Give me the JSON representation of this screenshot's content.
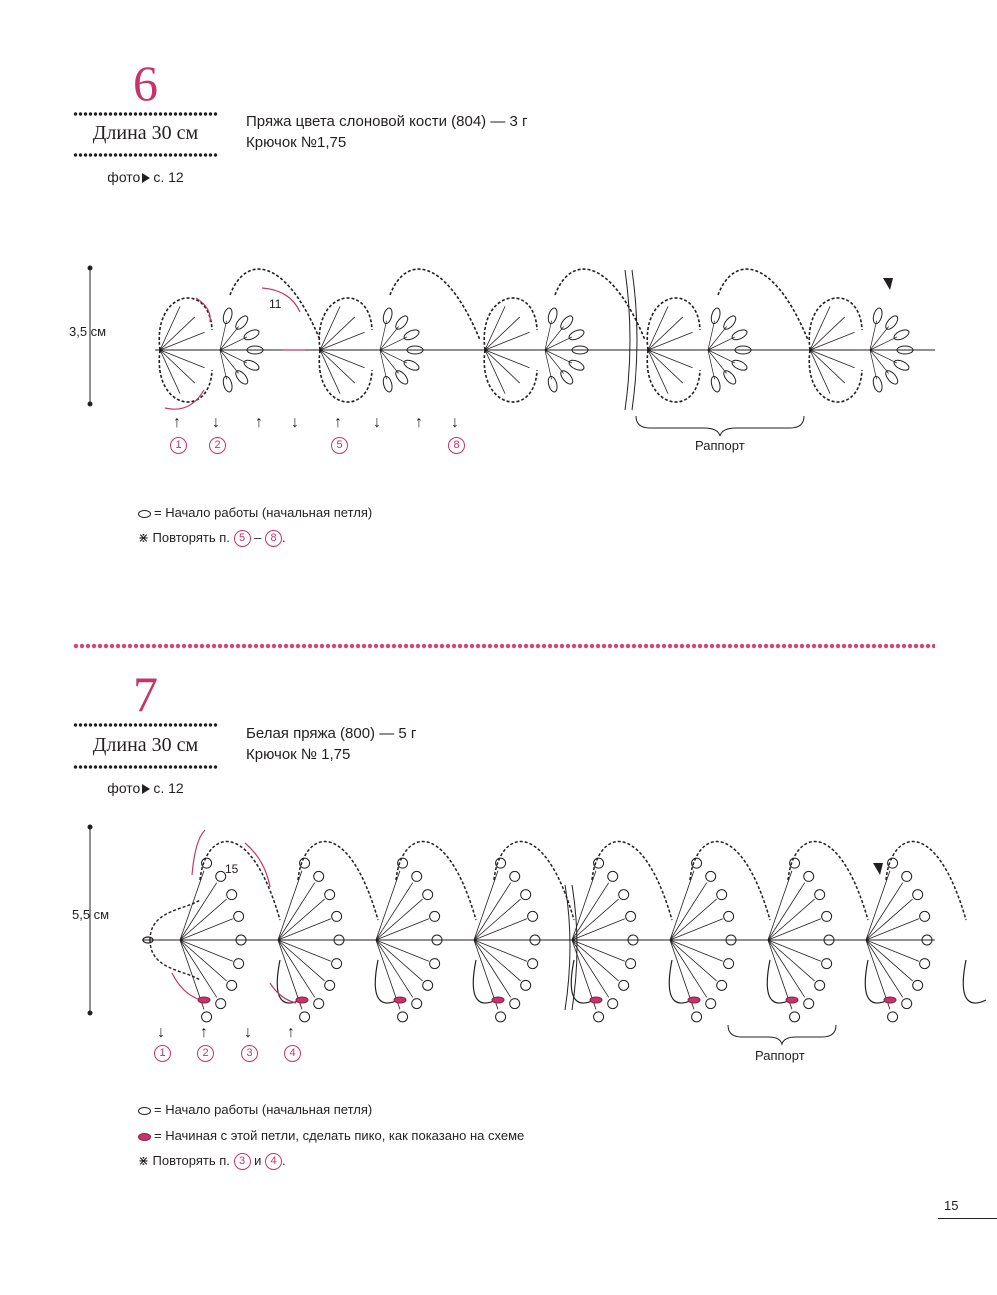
{
  "section6": {
    "number": "6",
    "length_label": "Длина 30 см",
    "photo_label": "фото",
    "photo_page": "с. 12",
    "yarn": "Пряжа цвета слоновой кости (804) — 3 г",
    "hook": "Крючок №1,75",
    "height_label": "3,5 см",
    "count_label": "11",
    "repeat_label": "Раппорт",
    "row_numbers": [
      "1",
      "2",
      "5",
      "8"
    ],
    "legend_start": "= Начало работы (начальная петля)",
    "legend_repeat_prefix": "Повторять п.",
    "legend_repeat_from": "5",
    "legend_repeat_dash": "–",
    "legend_repeat_to": "8",
    "legend_repeat_end": "."
  },
  "section7": {
    "number": "7",
    "length_label": "Длина 30 см",
    "photo_label": "фото",
    "photo_page": "с. 12",
    "yarn": "Белая пряжа (800) — 5 г",
    "hook": "Крючок № 1,75",
    "height_label": "5,5 см",
    "count_label": "15",
    "repeat_label": "Раппорт",
    "row_numbers": [
      "1",
      "2",
      "3",
      "4"
    ],
    "legend_start": "= Начало работы (начальная петля)",
    "legend_picot": "= Начиная с этой петли, сделать пико, как показано на схеме",
    "legend_repeat_prefix": "Повторять п.",
    "legend_repeat_a": "3",
    "legend_repeat_and": "и",
    "legend_repeat_b": "4",
    "legend_repeat_end": "."
  },
  "page_number": "15",
  "colors": {
    "accent": "#c8336b",
    "text": "#231f20"
  },
  "icons": {
    "repeat_marker": "asterisk-icon",
    "photo_pointer": "triangle-right-icon"
  }
}
